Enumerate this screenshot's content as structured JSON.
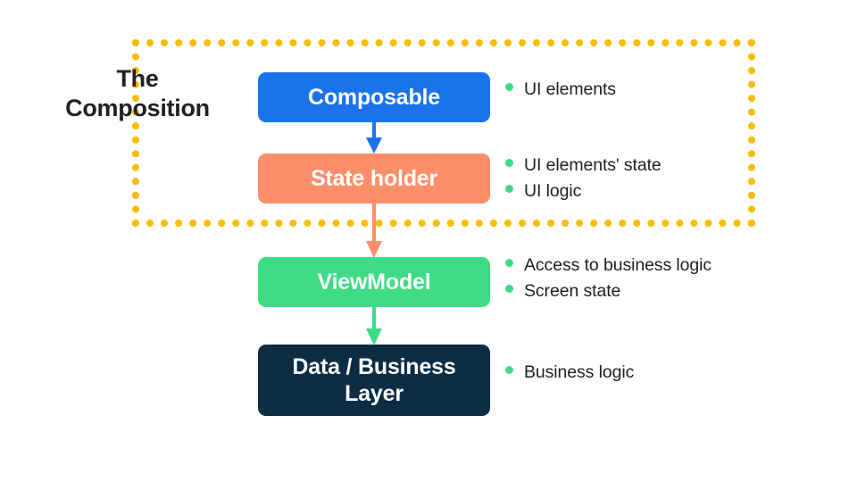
{
  "diagram": {
    "title_lines": [
      "The",
      "Composition"
    ],
    "colors": {
      "composable": "#1a73e8",
      "state_holder": "#fc8f69",
      "viewmodel": "#3ddc84",
      "data_layer": "#0d2d45",
      "frame": "#fbbc04",
      "bullet": "#3ddc84",
      "text": "#202124",
      "background": "#ffffff"
    },
    "nodes": [
      {
        "id": "composable",
        "label": "Composable"
      },
      {
        "id": "state_holder",
        "label": "State holder"
      },
      {
        "id": "viewmodel",
        "label": "ViewModel"
      },
      {
        "id": "data_layer",
        "label_line1": "Data / Business",
        "label_line2": "Layer"
      }
    ],
    "annotations": {
      "composable": [
        "UI elements"
      ],
      "state_holder": [
        "UI elements' state",
        "UI logic"
      ],
      "viewmodel": [
        "Access to business logic",
        "Screen state"
      ],
      "data_layer": [
        "Business logic"
      ]
    },
    "arrows": [
      {
        "from": "composable",
        "to": "state_holder",
        "color": "#1a73e8"
      },
      {
        "from": "state_holder",
        "to": "viewmodel",
        "color": "#fc8f69"
      },
      {
        "from": "viewmodel",
        "to": "data_layer",
        "color": "#3ddc84"
      }
    ]
  }
}
